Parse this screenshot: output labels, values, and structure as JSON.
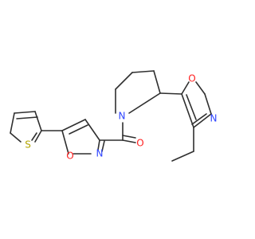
{
  "atoms": {
    "o_top": "O",
    "n_top": "N",
    "n_pyrrolidine": "N",
    "o_carbonyl": "O",
    "n_bottom": "N",
    "o_bottom": "O",
    "s_thiophene": "S"
  },
  "colors": {
    "bond": "#2f2f2f",
    "oxygen": "#ff1f1f",
    "nitrogen": "#2f45ff",
    "sulfur": "#b3a400"
  }
}
